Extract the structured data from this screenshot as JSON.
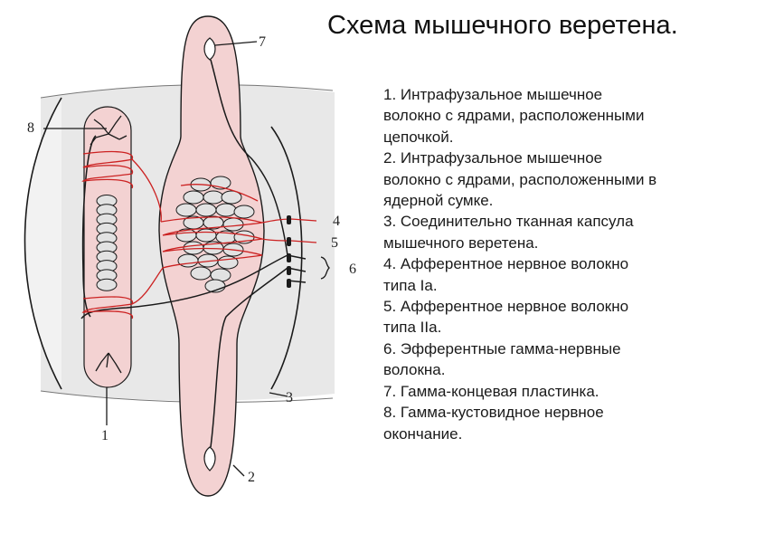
{
  "title": "Схема мышечного веретена.",
  "legend": [
    "1. Интрафузальное мышечное\nволокно с ядрами, расположенными\nцепочкой.",
    "2.  Интрафузальное мышечное\nволокно с ядрами, расположенными в\nядерной сумке.",
    "3. Соединительно тканная капсула\nмышечного веретена.",
    "4. Афферентное нервное волокно\nтипа Ia.",
    "5. Афферентное нервное волокно\nтипа IIa.",
    "6. Эфферентные гамма-нервные\nволокна.",
    "7. Гамма-концевая пластинка.",
    "8. Гамма-кустовидное нервное\nокончание."
  ],
  "labels": {
    "l1": "1",
    "l2": "2",
    "l3": "3",
    "l4": "4",
    "l5": "5",
    "l6": "6",
    "l7": "7",
    "l8": "8"
  },
  "colors": {
    "capsule": "#e8e8e8",
    "fiber": "#f3d2d2",
    "nucleus": "#e2e2e2",
    "afferent": "#cc2222",
    "outline": "#1a1a1a"
  }
}
